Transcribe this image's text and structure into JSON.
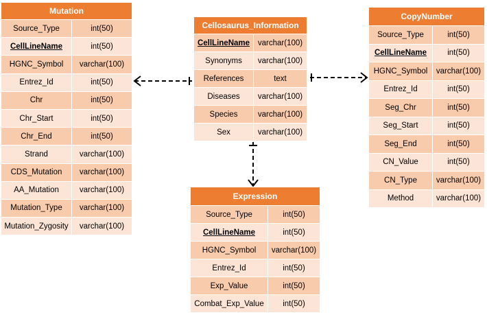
{
  "tables": [
    {
      "id": "mutation",
      "title": "Mutation",
      "fields": [
        {
          "name": "Source_Type",
          "type": "int(50)",
          "key": false
        },
        {
          "name": "CellLineName",
          "type": "int(50)",
          "key": true
        },
        {
          "name": "HGNC_Symbol",
          "type": "varchar(100)",
          "key": false
        },
        {
          "name": "Entrez_Id",
          "type": "int(50)",
          "key": false
        },
        {
          "name": "Chr",
          "type": "int(50)",
          "key": false
        },
        {
          "name": "Chr_Start",
          "type": "int(50)",
          "key": false
        },
        {
          "name": "Chr_End",
          "type": "int(50)",
          "key": false
        },
        {
          "name": "Strand",
          "type": "varchar(100)",
          "key": false
        },
        {
          "name": "CDS_Mutation",
          "type": "varchar(100)",
          "key": false
        },
        {
          "name": "AA_Mutation",
          "type": "varchar(100)",
          "key": false
        },
        {
          "name": "Mutation_Type",
          "type": "varchar(100)",
          "key": false
        },
        {
          "name": "Mutation_Zygosity",
          "type": "varchar(100)",
          "key": false
        }
      ]
    },
    {
      "id": "cellosaurus",
      "title": "Cellosaurus_Information",
      "fields": [
        {
          "name": "CellLineName",
          "type": "varchar(100)",
          "key": true
        },
        {
          "name": "Synonyms",
          "type": "varchar(100)",
          "key": false
        },
        {
          "name": "References",
          "type": "text",
          "key": false
        },
        {
          "name": "Diseases",
          "type": "varchar(100)",
          "key": false
        },
        {
          "name": "Species",
          "type": "varchar(100)",
          "key": false
        },
        {
          "name": "Sex",
          "type": "varchar(100)",
          "key": false
        }
      ]
    },
    {
      "id": "copynumber",
      "title": "CopyNumber",
      "fields": [
        {
          "name": "Source_Type",
          "type": "int(50)",
          "key": false
        },
        {
          "name": "CellLineName",
          "type": "int(50)",
          "key": true
        },
        {
          "name": "HGNC_Symbol",
          "type": "varchar(100)",
          "key": false
        },
        {
          "name": "Entrez_Id",
          "type": "int(50)",
          "key": false
        },
        {
          "name": "Seg_Chr",
          "type": "int(50)",
          "key": false
        },
        {
          "name": "Seg_Start",
          "type": "int(50)",
          "key": false
        },
        {
          "name": "Seg_End",
          "type": "int(50)",
          "key": false
        },
        {
          "name": "CN_Value",
          "type": "int(50)",
          "key": false
        },
        {
          "name": "CN_Type",
          "type": "varchar(100)",
          "key": false
        },
        {
          "name": "Method",
          "type": "varchar(100)",
          "key": false
        }
      ]
    },
    {
      "id": "expression",
      "title": "Expression",
      "fields": [
        {
          "name": "Source_Type",
          "type": "int(50)",
          "key": false
        },
        {
          "name": "CellLineName",
          "type": "int(50)",
          "key": true
        },
        {
          "name": "HGNC_Symbol",
          "type": "varchar(100)",
          "key": false
        },
        {
          "name": "Entrez_Id",
          "type": "int(50)",
          "key": false
        },
        {
          "name": "Exp_Value",
          "type": "int(50)",
          "key": false
        },
        {
          "name": "Combat_Exp_Value",
          "type": "int(50)",
          "key": false
        }
      ]
    }
  ],
  "relationships": [
    {
      "from": "cellosaurus",
      "to": "mutation",
      "from_end": "one",
      "to_end": "many"
    },
    {
      "from": "cellosaurus",
      "to": "copynumber",
      "from_end": "one",
      "to_end": "many"
    },
    {
      "from": "cellosaurus",
      "to": "expression",
      "from_end": "one",
      "to_end": "many"
    }
  ],
  "colors": {
    "header": "#ED7D31",
    "row_dark": "#F8CBAD",
    "row_light": "#FCE4D6",
    "line": "#000000"
  }
}
